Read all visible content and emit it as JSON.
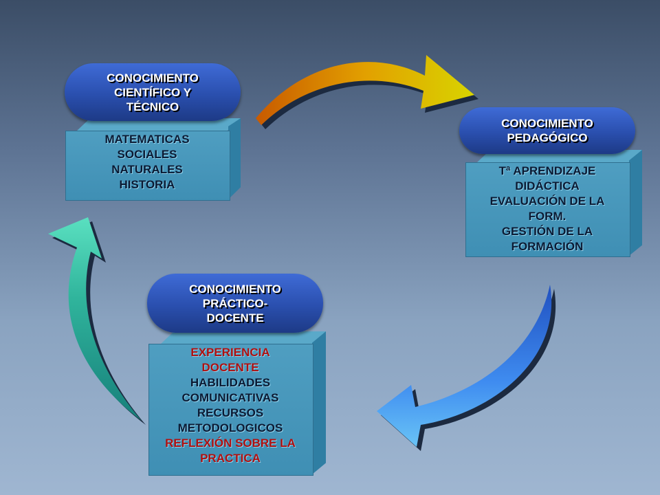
{
  "blocks": {
    "cientifico": {
      "title": [
        "CONOCIMIENTO",
        "CIENTÍFICO Y",
        "TÉCNICO"
      ],
      "items": [
        "MATEMATICAS",
        "SOCIALES",
        "NATURALES",
        "HISTORIA"
      ]
    },
    "pedagogico": {
      "title": [
        "CONOCIMIENTO",
        "PEDAGÓGICO"
      ],
      "items": [
        "Tª APRENDIZAJE",
        "DIDÁCTICA",
        "EVALUACIÓN DE LA",
        "FORM.",
        "GESTIÓN DE LA",
        "FORMACIÓN"
      ]
    },
    "practico": {
      "title": [
        "CONOCIMIENTO",
        "PRÁCTICO-",
        "DOCENTE"
      ],
      "items": [
        "EXPERIENCIA",
        "DOCENTE",
        "HABILIDADES",
        "COMUNICATIVAS",
        "RECURSOS",
        "METODOLOGICOS",
        "REFLEXIÓN SOBRE LA",
        "PRACTICA"
      ]
    }
  },
  "colors": {
    "pill": "#2a4fae",
    "box": "#4f9ec1",
    "highlight_text": "#b01010",
    "item_text": "#0b1a33"
  }
}
